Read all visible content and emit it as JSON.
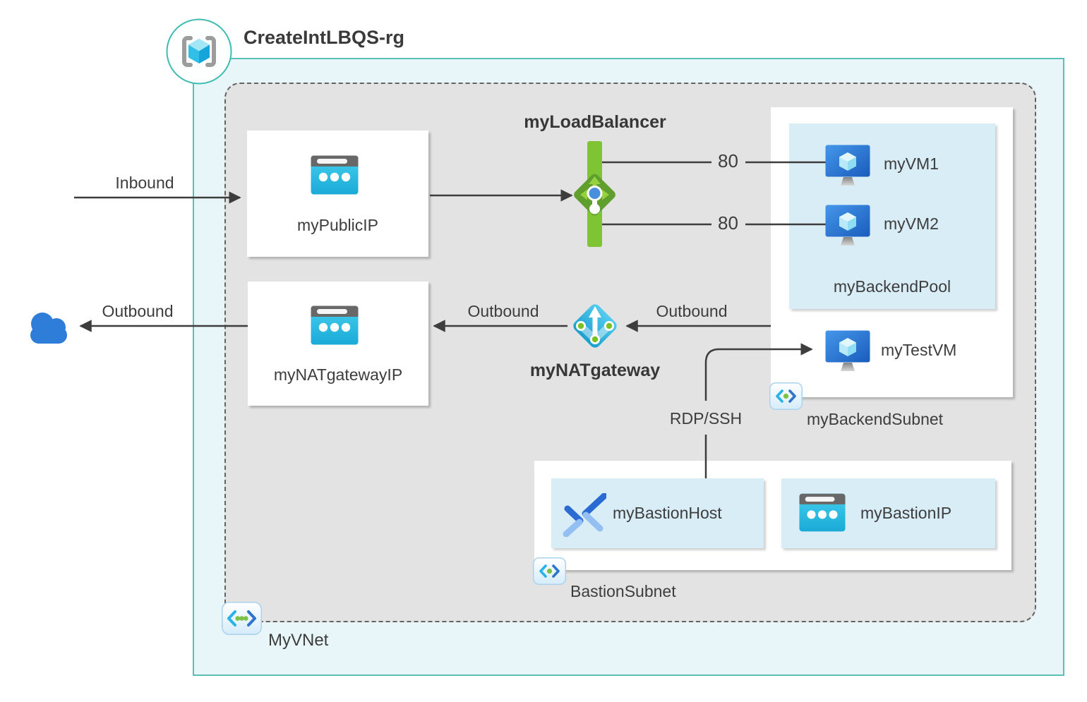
{
  "resource_group": {
    "title": "CreateIntLBQS-rg"
  },
  "vnet": {
    "label": "MyVNet"
  },
  "nodes": {
    "public_ip": "myPublicIP",
    "load_balancer": "myLoadBalancer",
    "nat_gateway": "myNATgateway",
    "nat_gateway_ip": "myNATgatewayIP",
    "backend_subnet": "myBackendSubnet",
    "backend_pool": "myBackendPool",
    "vm1": "myVM1",
    "vm2": "myVM2",
    "test_vm": "myTestVM",
    "bastion_subnet": "BastionSubnet",
    "bastion_host": "myBastionHost",
    "bastion_ip": "myBastionIP"
  },
  "flows": {
    "inbound": "Inbound",
    "outbound_to_cloud": "Outbound",
    "outbound_nat_to_ip": "Outbound",
    "outbound_backend_to_nat": "Outbound",
    "port_top": "80",
    "port_bottom": "80",
    "rdp_ssh": "RDP/SSH"
  },
  "icons": {
    "resource_group": "resource-group-icon",
    "vnet": "virtual-network-icon",
    "subnet": "subnet-icon",
    "public_ip": "public-ip-icon",
    "vm": "virtual-machine-icon",
    "load_balancer": "load-balancer-icon",
    "nat_gateway": "nat-gateway-icon",
    "bastion": "bastion-icon",
    "cloud": "internet-cloud-icon"
  },
  "colors": {
    "rg_fill": "#e9f6f9",
    "rg_border": "#5abfb4",
    "vnet_fill": "#e3e3e3",
    "vnet_border": "#636363",
    "node_blue_fill": "#d9edf7",
    "lb_green_bar": "#7ec433",
    "lb_green_diamond": "#609e2e",
    "nat_cyan": "#35b9e4",
    "ip_icon_cyan": "#2fc0e6",
    "vm_blue": "#2f7fd6",
    "arrow": "#3d3d3d",
    "text": "#3d3d3d"
  }
}
